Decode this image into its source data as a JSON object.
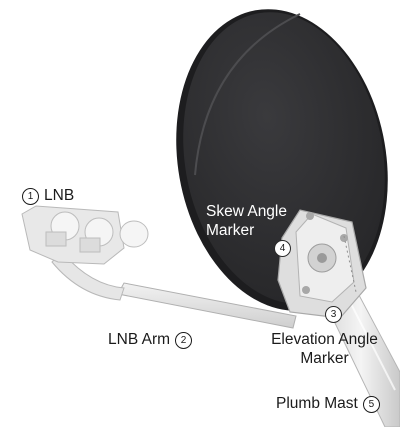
{
  "callouts": [
    {
      "number": "1",
      "text": "LNB"
    },
    {
      "number": "2",
      "text": "LNB Arm"
    },
    {
      "number": "3",
      "text": "Elevation Angle",
      "text_line2": "Marker"
    },
    {
      "number": "4",
      "text": "Skew Angle",
      "text_line2": "Marker"
    },
    {
      "number": "5",
      "text": "Plumb Mast"
    }
  ],
  "colors": {
    "dish": "#2d2d2f",
    "dish_rim": "#4a4a4c",
    "hardware": "#e4e4e4",
    "hardware_shade": "#bdbdbd",
    "text": "#1b1b1b"
  }
}
